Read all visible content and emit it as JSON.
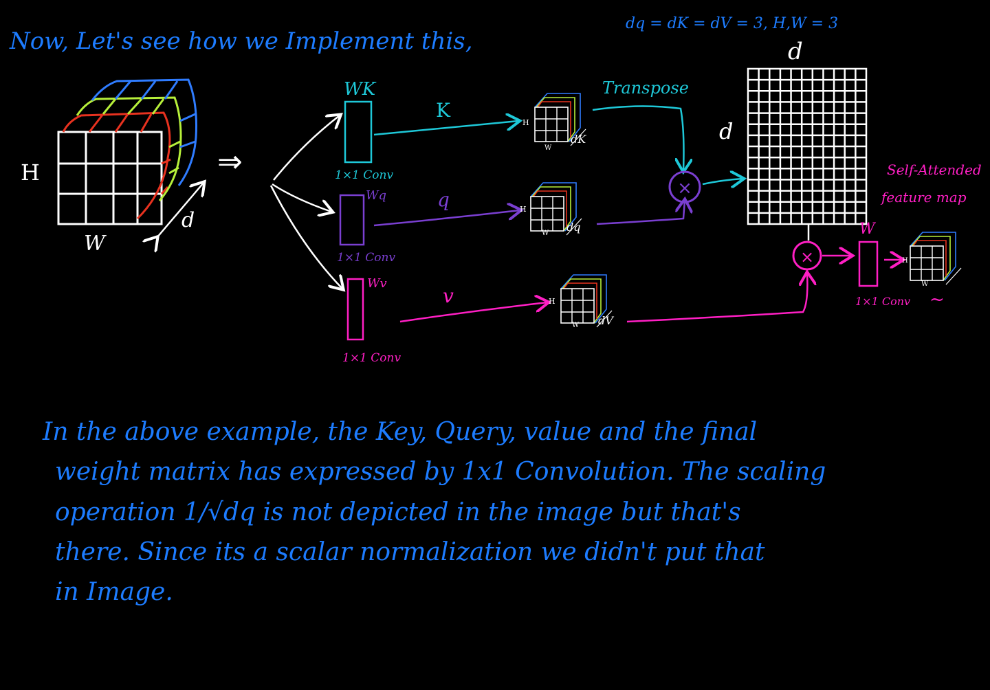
{
  "heading": "Now, Let's see how we Implement this,",
  "params": "dq = dK = dV = 3,  H,W = 3",
  "input_cube": {
    "height_label": "H",
    "width_label": "W",
    "depth_label": "d"
  },
  "arrow_symbol": "⇒",
  "branches": {
    "key": {
      "weight_label": "WK",
      "conv_label": "1×1 Conv",
      "stream_label": "K",
      "dim_label": "dK",
      "color": "#1ec8d8"
    },
    "query": {
      "weight_label": "Wq",
      "conv_label": "1×1 Conv",
      "stream_label": "q",
      "dim_label": "dq",
      "color": "#7a3fd1"
    },
    "value": {
      "weight_label": "Wv",
      "conv_label": "1×1 Conv",
      "stream_label": "v",
      "dim_label": "dV",
      "color": "#ff1fc4"
    }
  },
  "small_cube_labels": {
    "h": "H",
    "w": "W"
  },
  "transpose_label": "Transpose",
  "multiply_symbol": "×",
  "attention_matrix": {
    "top_label": "d",
    "side_label": "d"
  },
  "output": {
    "weight_label": "W",
    "conv_label": "1×1 Conv",
    "annotation": "Self-Attended feature map",
    "tilde": "~"
  },
  "paragraph": [
    "In the above example, the Key, Query, value and the final",
    "weight matrix has expressed by 1x1 Convolution. The scaling",
    "operation 1/√dq is not depicted in the image but that's",
    "there. Since its a scalar normalization we didn't put that",
    "in Image."
  ],
  "colors": {
    "background": "#000000",
    "text_blue": "#1d7cff",
    "white": "#ffffff",
    "cyan": "#1ec8d8",
    "purple": "#7a3fd1",
    "magenta": "#ff1fc4",
    "grid_blue": "#2f7cff",
    "grid_green": "#b7f03a",
    "grid_red": "#e8321f"
  }
}
